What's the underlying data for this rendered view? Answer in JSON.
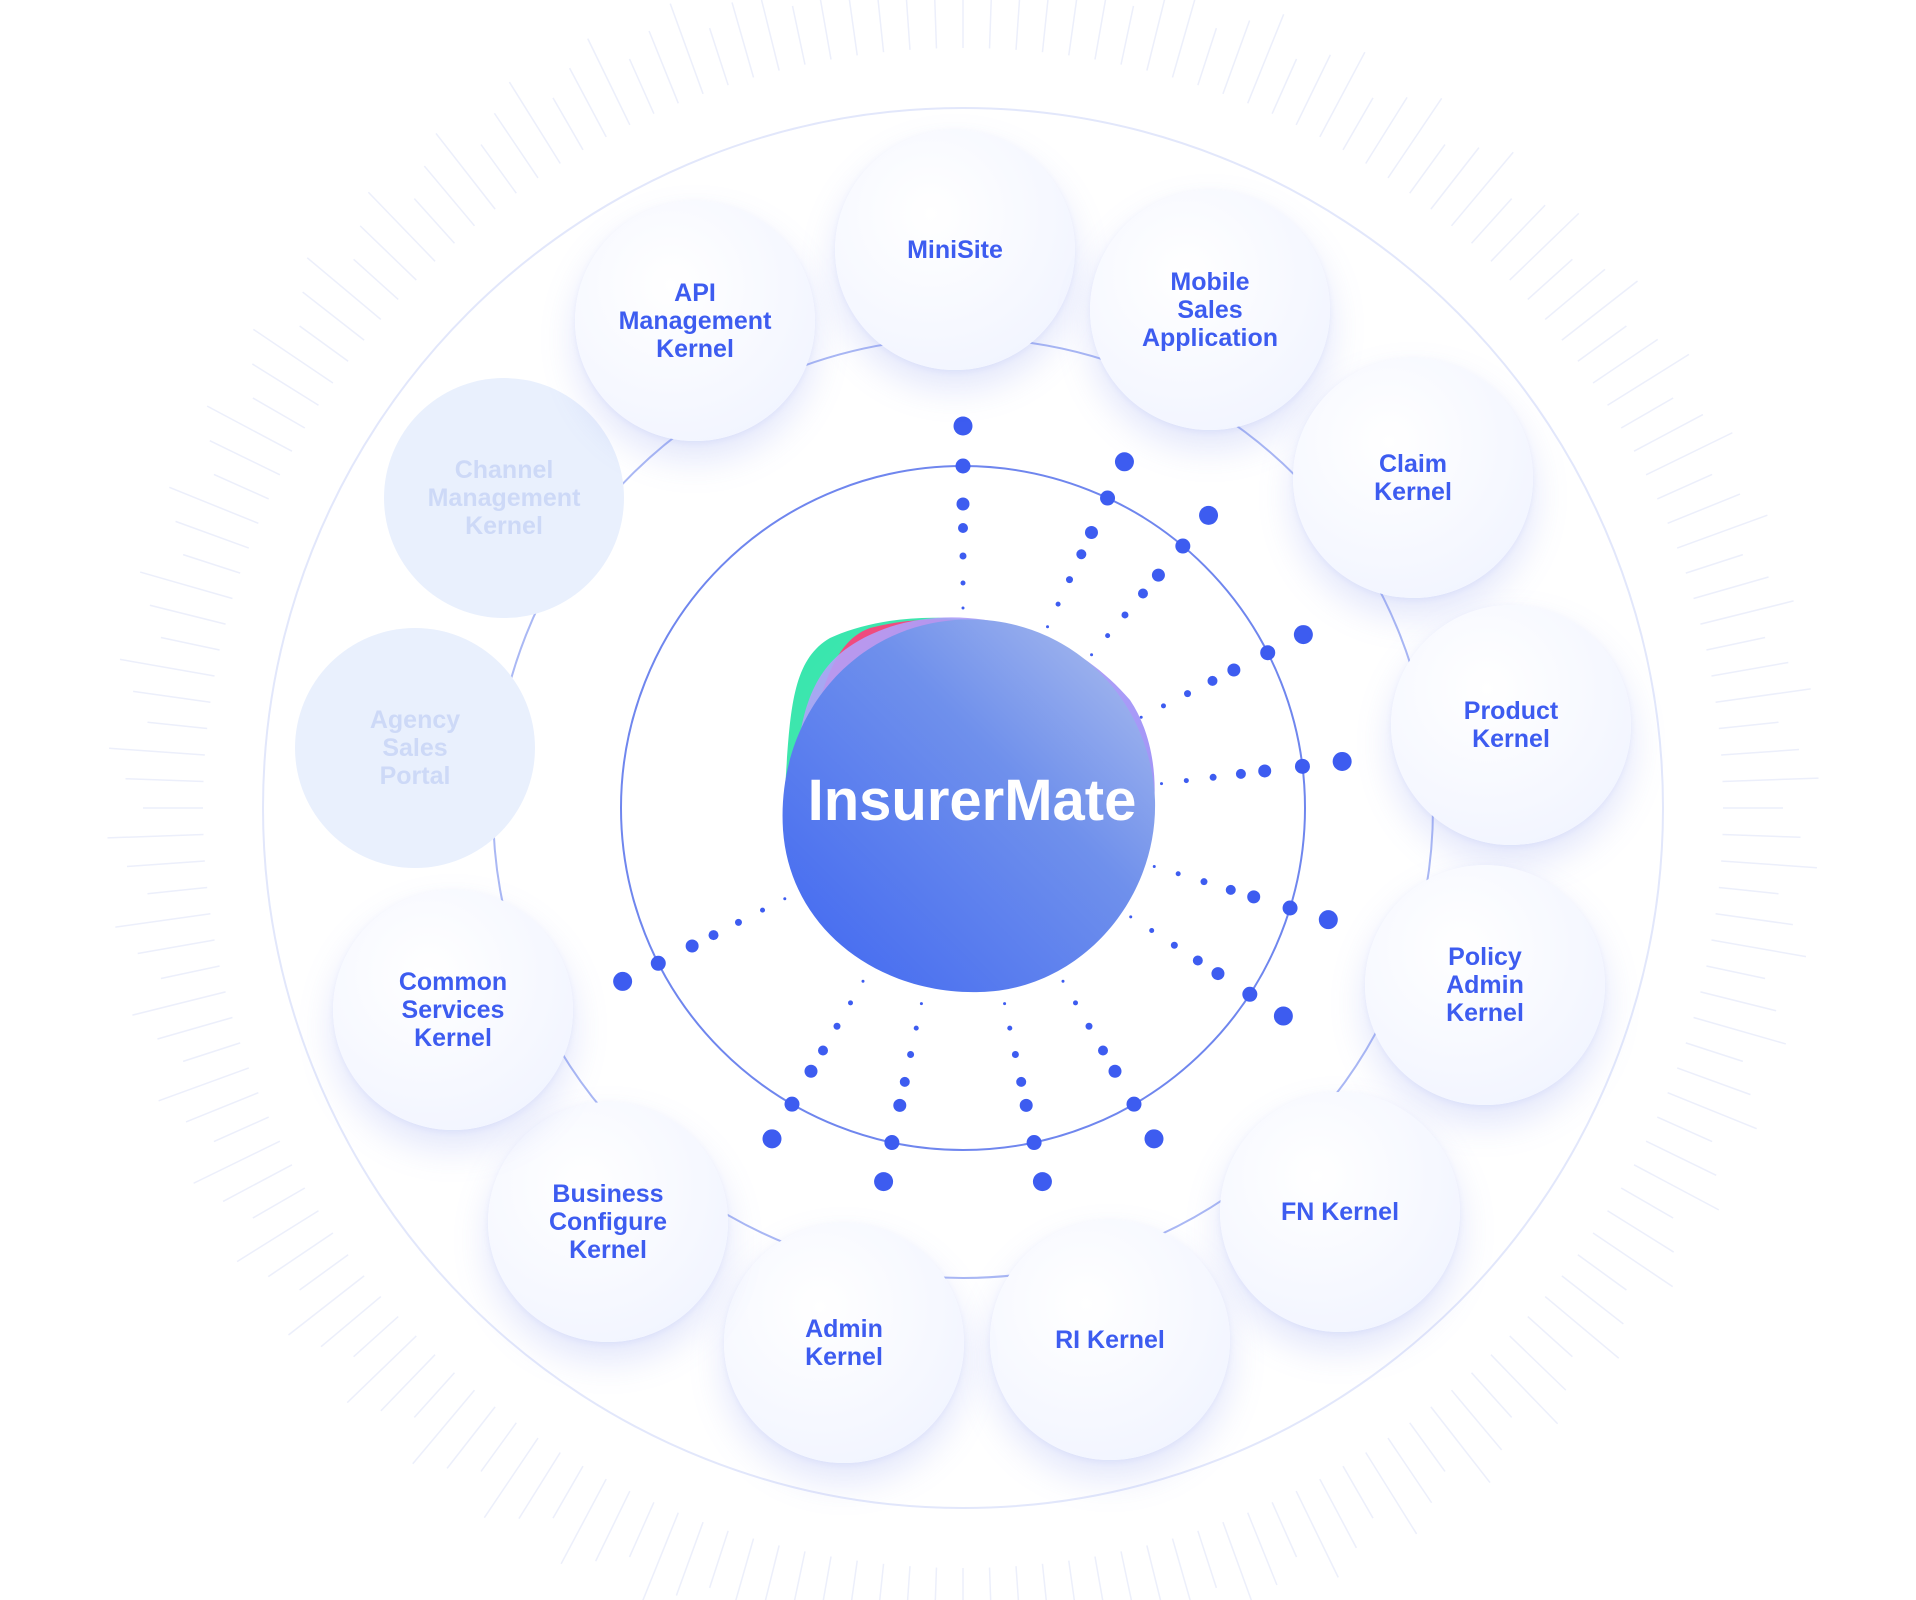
{
  "center": {
    "label": "InsurerMate"
  },
  "colors": {
    "accent": "#3d5cf0",
    "node_text": "#3d5cf0",
    "faded_text": "#cdd9f7",
    "ring_line": "#6f86ee",
    "dot": "#3d5cf0",
    "blob_blue": "#4a72ef",
    "blob_green": "#3ee2a4",
    "blob_pink": "#ee4f8f",
    "blob_violet": "#a99bf6"
  },
  "nodes": [
    {
      "id": "minisite",
      "label": "MiniSite",
      "faded": false
    },
    {
      "id": "mobile-sales-application",
      "label": "Mobile\nSales\nApplication",
      "faded": false
    },
    {
      "id": "claim-kernel",
      "label": "Claim\nKernel",
      "faded": false
    },
    {
      "id": "product-kernel",
      "label": "Product\nKernel",
      "faded": false
    },
    {
      "id": "policy-admin-kernel",
      "label": "Policy\nAdmin\nKernel",
      "faded": false
    },
    {
      "id": "fn-kernel",
      "label": "FN Kernel",
      "faded": false
    },
    {
      "id": "ri-kernel",
      "label": "RI Kernel",
      "faded": false
    },
    {
      "id": "admin-kernel",
      "label": "Admin\nKernel",
      "faded": false
    },
    {
      "id": "business-configure-kernel",
      "label": "Business\nConfigure\nKernel",
      "faded": false
    },
    {
      "id": "common-services-kernel",
      "label": "Common\nServices\nKernel",
      "faded": false
    },
    {
      "id": "agency-sales-portal",
      "label": "Agency\nSales\nPortal",
      "faded": true
    },
    {
      "id": "channel-management-kernel",
      "label": "Channel\nManagement\nKernel",
      "faded": true
    },
    {
      "id": "api-management-kernel",
      "label": "API\nManagement\nKernel",
      "faded": false
    }
  ]
}
